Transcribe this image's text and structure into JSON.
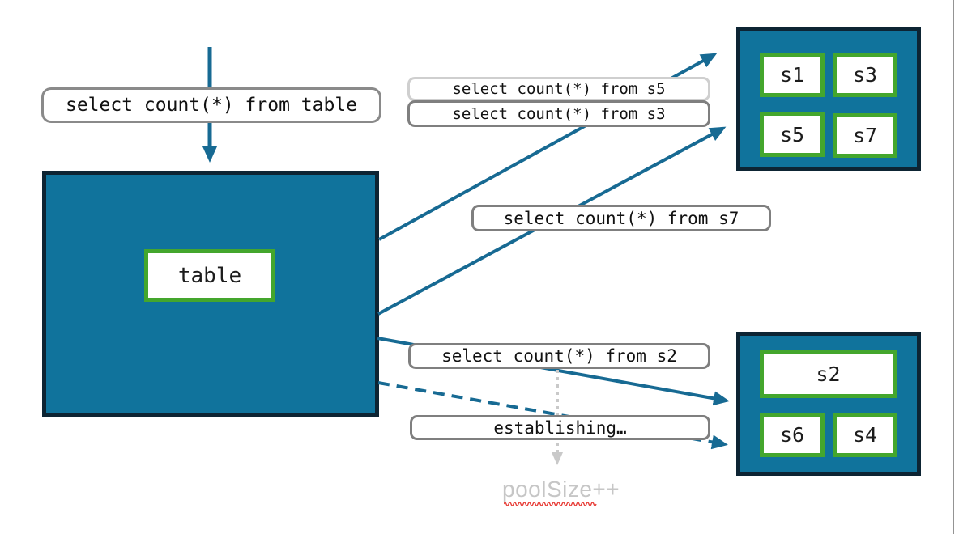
{
  "queries": {
    "from_table": "select count(*) from table",
    "from_s5": "select count(*) from s5",
    "from_s3": "select count(*) from s3",
    "from_s7": "select count(*) from s7",
    "from_s2": "select count(*) from s2"
  },
  "status": {
    "establishing": "establishing…",
    "pool_size": "poolSize++"
  },
  "table_box": {
    "label": "table"
  },
  "shards_top": [
    "s1",
    "s3",
    "s5",
    "s7"
  ],
  "shards_bottom": {
    "wide": "s2",
    "row": [
      "s6",
      "s4"
    ]
  },
  "colors": {
    "teal_fill": "#10739c",
    "dark_navy_border": "#0d2433",
    "green_border": "#44a62d",
    "arrow_teal": "#176a93",
    "label_border_gray": "#7f7f7f",
    "label_border_light": "#cfcfcf",
    "muted_text_gray": "#c6c6c6",
    "dotted_line_gray": "#c9c9c9",
    "spellcheck_red": "#e8433e"
  }
}
